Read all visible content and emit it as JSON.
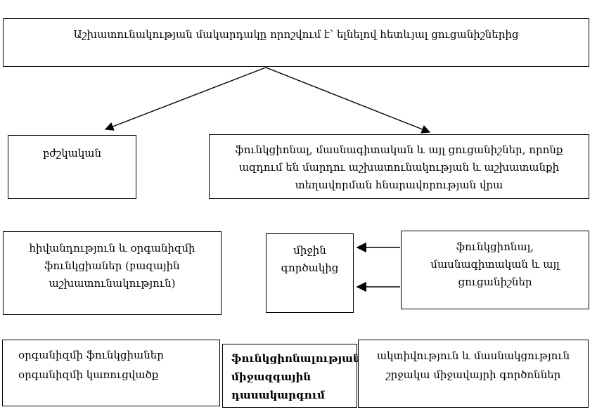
{
  "colors": {
    "border": "#000000",
    "background": "#ffffff",
    "text": "#000000"
  },
  "diagram": {
    "title": "Աշխատունակության մակարդակը որոշվում է՝ ելնելով հետևյալ ցուցանիշներից",
    "medical": {
      "text": "բժշկական"
    },
    "functional_top": {
      "lines": [
        "ֆունկցիոնալ, մասնագիտական և այլ ցուցանիշներ, որոնք",
        "ազդում են մարդու աշխատունակության և աշխատանքի",
        "տեղավորման հնարավորության վրա"
      ]
    },
    "disease": {
      "lines": [
        "հիվանդություն և օրգանիզմի",
        "ֆունկցիաներ (բազային",
        "աշխատունակություն)"
      ]
    },
    "coefficient": {
      "lines": [
        "միջին",
        "գործակից"
      ]
    },
    "functional_side": {
      "lines": [
        "ֆունկցիոնալ,",
        "մասնագիտական և այլ",
        "ցուցանիշներ"
      ]
    },
    "organism": {
      "lines": [
        "օրգանիզմի ֆունկցիաներ",
        "օրգանիզմի կառուցվածք"
      ]
    },
    "icf": {
      "lines": [
        "ֆունկցիոնալության",
        "միջազգային",
        "դասակարգում"
      ]
    },
    "activity": {
      "lines": [
        "ակտիվություն և մասնակցություն",
        "շրջակա միջավայրի գործոններ"
      ]
    }
  }
}
